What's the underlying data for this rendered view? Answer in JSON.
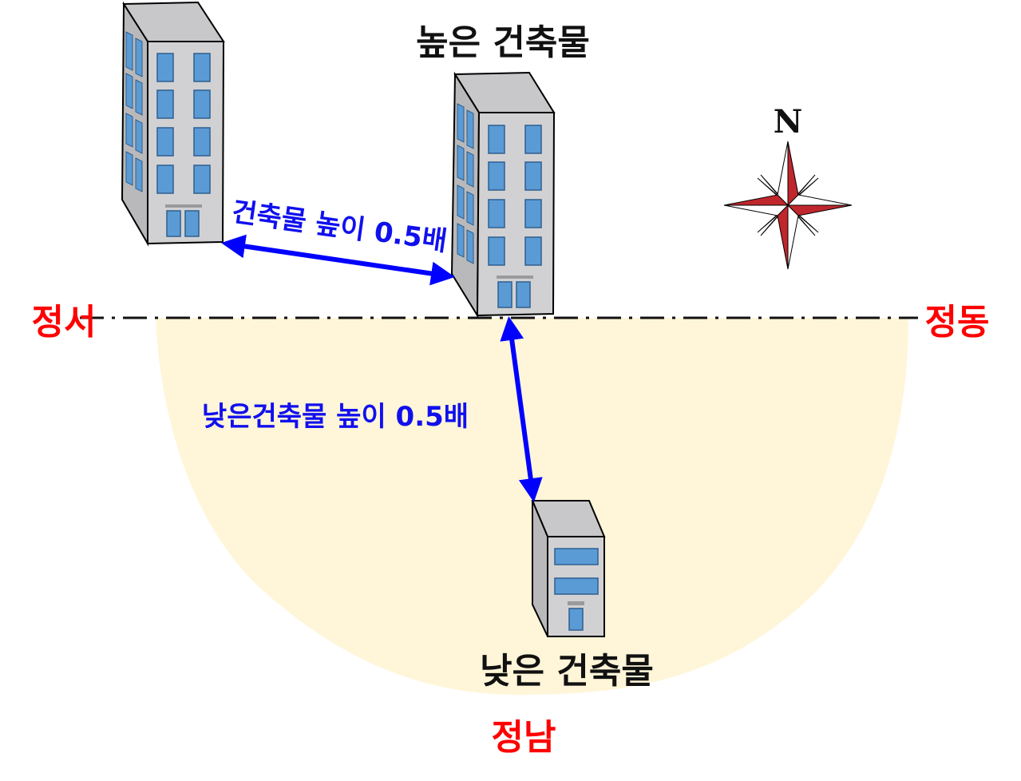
{
  "labels": {
    "tall_building": "높은 건축물",
    "low_building": "낮은 건축물",
    "west": "정서",
    "east": "정동",
    "south": "정남",
    "north": "N",
    "upper_distance": "건축물 높이 0.5배",
    "lower_distance": "낮은건축물 높이 0.5배"
  },
  "colors": {
    "direction_labels": "#ff0000",
    "distance_labels": "#1010ee",
    "arrows": "#0000ff",
    "sunlight_zone": "#fff5d8",
    "building_body": "#cfcfd1",
    "window": "#5b9bd5",
    "compass_point": "#c0272d"
  },
  "icons": {
    "compass": "compass-rose-icon",
    "building": "office-building-icon"
  }
}
